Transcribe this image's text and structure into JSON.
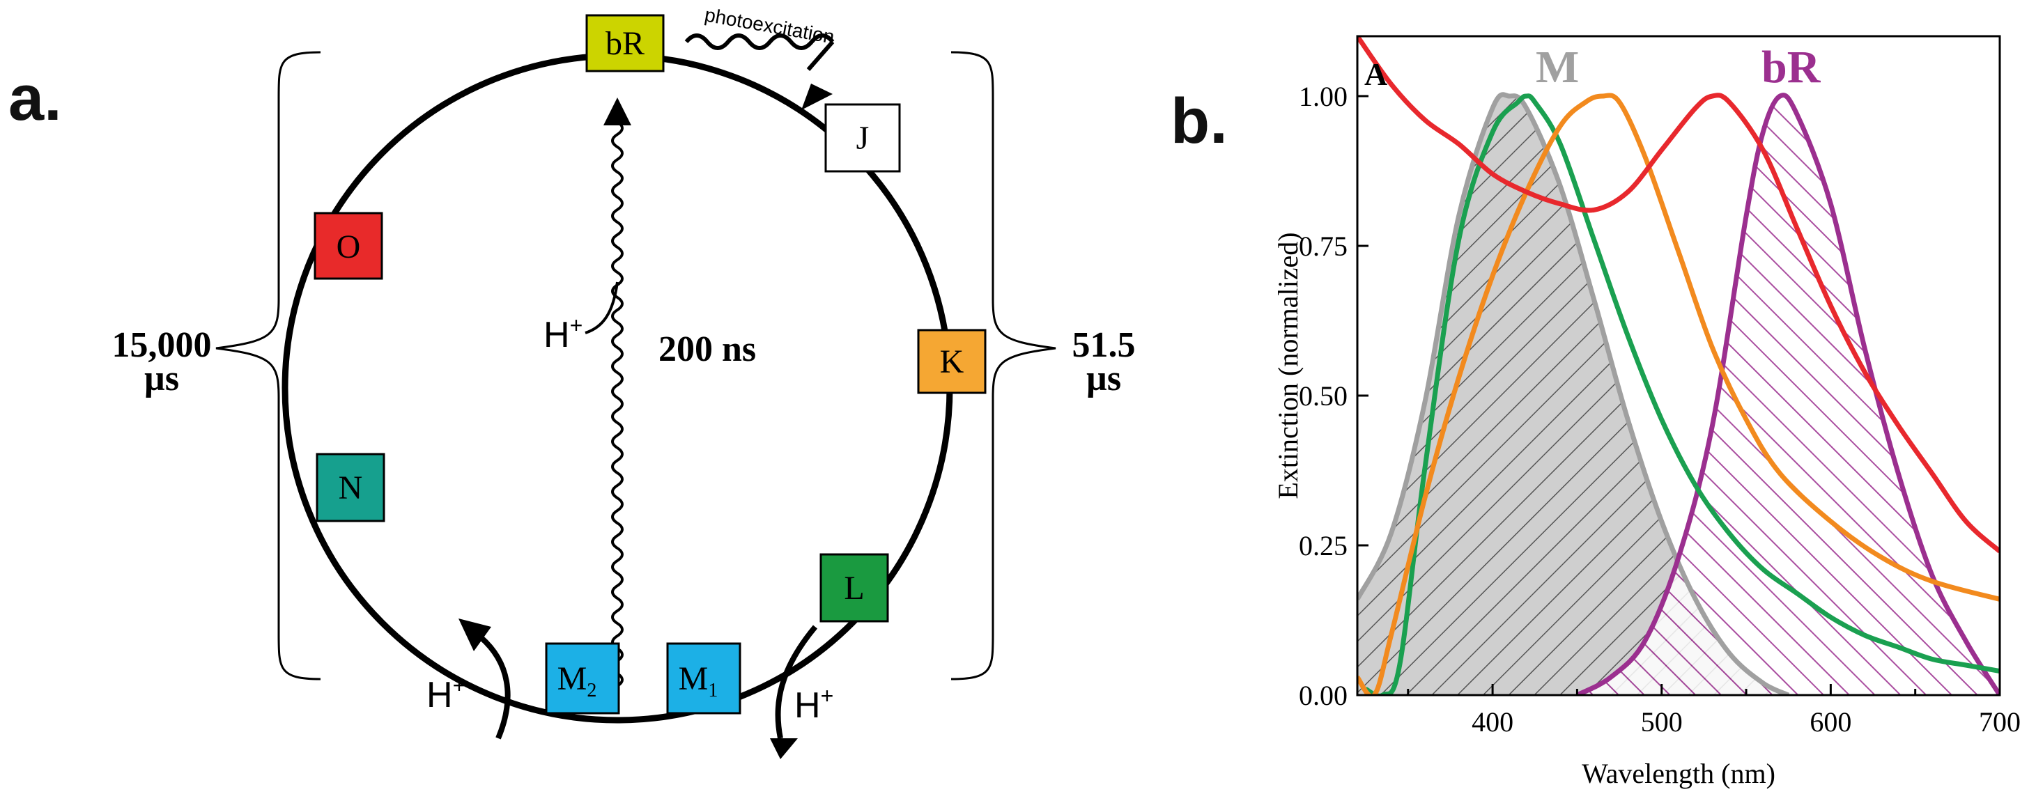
{
  "panel_a": {
    "label": "a.",
    "photoexcitation_label": "photoexcitation",
    "left_time": {
      "value": "15,000",
      "unit": "µs"
    },
    "right_time": {
      "value": "51.5",
      "unit": "µs"
    },
    "inner_time": "200 ns",
    "proton_inner": {
      "base": "H",
      "sup": "+"
    },
    "proton_release": {
      "base": "H",
      "sup": "+"
    },
    "proton_uptake": {
      "base": "H",
      "sup": "+"
    },
    "states": [
      {
        "id": "bR",
        "label": "bR",
        "color": "#ccd400"
      },
      {
        "id": "J",
        "label": "J",
        "color": "#ffffff"
      },
      {
        "id": "K",
        "label": "K",
        "color": "#f5a733"
      },
      {
        "id": "L",
        "label": "L",
        "color": "#1a9a40"
      },
      {
        "id": "M1",
        "label": "M",
        "sub": "1",
        "color": "#1cb0e6"
      },
      {
        "id": "M2",
        "label": "M",
        "sub": "2",
        "color": "#1cb0e6"
      },
      {
        "id": "N",
        "label": "N",
        "color": "#16a08e"
      },
      {
        "id": "O",
        "label": "O",
        "color": "#e82a2a"
      }
    ]
  },
  "panel_b": {
    "label": "b.",
    "corner_label": "A",
    "peak_labels": [
      {
        "text": "M",
        "color": "#a0a0a0"
      },
      {
        "text": "bR",
        "color": "#9b2f8f"
      }
    ]
  },
  "chart_data": {
    "type": "line",
    "xlabel": "Wavelength (nm)",
    "ylabel": "Extinction (normalized)",
    "xlim": [
      320,
      700
    ],
    "ylim": [
      0,
      1.1
    ],
    "xticks": [
      400,
      500,
      600,
      700
    ],
    "yticks": [
      0.0,
      0.25,
      0.5,
      0.75,
      1.0
    ],
    "xtick_labels": [
      "400",
      "500",
      "600",
      "700"
    ],
    "ytick_labels": [
      "0.00",
      "0.25",
      "0.50",
      "0.75",
      "1.00"
    ],
    "grid": false,
    "series": [
      {
        "color": "#a0a0a0",
        "fill": "hatched",
        "x": [
          320,
          340,
          360,
          380,
          400,
          410,
          420,
          440,
          460,
          480,
          500,
          520,
          540,
          560,
          575
        ],
        "y": [
          0.16,
          0.27,
          0.49,
          0.8,
          0.98,
          1.0,
          0.98,
          0.85,
          0.66,
          0.46,
          0.29,
          0.16,
          0.07,
          0.02,
          0.0
        ]
      },
      {
        "color": "#9b2f8f",
        "fill": "hatched",
        "x": [
          450,
          470,
          490,
          510,
          530,
          550,
          560,
          570,
          580,
          600,
          620,
          640,
          660,
          680,
          700
        ],
        "y": [
          0.0,
          0.03,
          0.09,
          0.23,
          0.45,
          0.8,
          0.94,
          1.0,
          0.97,
          0.82,
          0.58,
          0.37,
          0.2,
          0.09,
          0.0
        ]
      },
      {
        "color": "#1aa050",
        "fill": "none",
        "x": [
          325,
          335,
          345,
          360,
          380,
          400,
          415,
          420,
          425,
          440,
          460,
          480,
          500,
          520,
          540,
          560,
          580,
          600,
          620,
          640,
          660,
          680,
          700
        ],
        "y": [
          0.01,
          0.0,
          0.05,
          0.38,
          0.76,
          0.94,
          0.99,
          1.0,
          0.99,
          0.92,
          0.76,
          0.6,
          0.46,
          0.35,
          0.27,
          0.21,
          0.17,
          0.13,
          0.1,
          0.08,
          0.06,
          0.05,
          0.04
        ]
      },
      {
        "color": "#f28a1e",
        "fill": "none",
        "x": [
          320,
          330,
          340,
          360,
          380,
          400,
          420,
          440,
          455,
          465,
          475,
          490,
          510,
          530,
          550,
          570,
          600,
          630,
          660,
          700
        ],
        "y": [
          0.03,
          0.0,
          0.1,
          0.33,
          0.53,
          0.7,
          0.84,
          0.95,
          0.99,
          1.0,
          0.99,
          0.9,
          0.74,
          0.58,
          0.46,
          0.37,
          0.29,
          0.23,
          0.19,
          0.16
        ]
      },
      {
        "color": "#e8282d",
        "fill": "none",
        "x": [
          320,
          340,
          360,
          380,
          400,
          420,
          440,
          460,
          480,
          500,
          520,
          530,
          540,
          560,
          580,
          600,
          620,
          640,
          660,
          680,
          700
        ],
        "y": [
          1.1,
          1.02,
          0.96,
          0.92,
          0.87,
          0.84,
          0.82,
          0.81,
          0.84,
          0.91,
          0.98,
          1.0,
          0.99,
          0.91,
          0.78,
          0.65,
          0.54,
          0.45,
          0.37,
          0.29,
          0.24
        ]
      }
    ]
  }
}
